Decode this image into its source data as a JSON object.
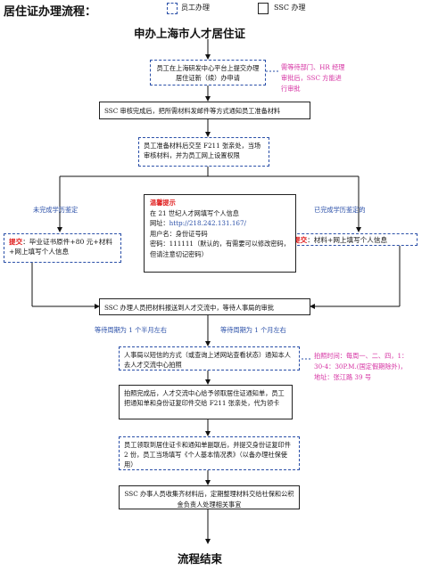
{
  "header": {
    "title": "居住证办理流程：",
    "legend_employee": "员工办理",
    "legend_ssc": "SSC 办理"
  },
  "main_title": "申办上海市人才居住证",
  "end_title": "流程结束",
  "steps": {
    "s1": "员工在上海研发中心平台上提交办理居住证新（续）办申请",
    "s2": "SSC 审核完成后，把所需材料发邮件等方式通知员工准备材料",
    "s3": "员工准备材料后交至 F211 张亲处，当场审核材料，并为员工网上设置权限",
    "s4": "SSC 办理人员把材料报送到人才交流中，等待人事局的审批",
    "s5": "人事局以短信的方式（或查询上述网站查看状态）通知本人去人才交流中心拍照",
    "s6": "拍照完成后，人才交流中心给予领取居住证通知单，员工把通知单和身份证复印件交给 F211 张亲处，代为领卡",
    "s7": "员工领取到居住证卡和通知单副联后，并提交身份证复印件 2 份，员工当场填写《个人基本情况表》（以备办理社保使用）",
    "s8": "SSC 办事人员收集齐材料后，定期整理材料交给社保和公积金负责人处理相关事宜"
  },
  "notes": {
    "hr_note": "需等待部门、HR 经理审批后，SSC 方能进行审批",
    "photo_note": "拍照时间：每周一、二、四，1：30-4：30P.M.(国定假期除外)，地址：张江路 39 号"
  },
  "branches": {
    "left_label": "未完成学历鉴定",
    "right_label": "已完成学历鉴定的",
    "left_submit_tag": "提交",
    "left_submit_text": "：毕业证书原件+80 元+材料+网上填写个人信息",
    "right_submit_tag": "提交",
    "right_submit_text": "：材料+网上填写个人信息",
    "left_wait": "等待周期为 1 个半月左右",
    "right_wait": "等待周期为 1 个月左右"
  },
  "tip": {
    "title": "温馨提示",
    "line1": "在 21 世纪人才网填写个人信息",
    "line2_label": "网址：",
    "line2_url": "http://218.242.131.167/",
    "line3": "用户名：身份证号码",
    "line4": "密码：111111（默认的，有需要可以修改密码，但请注意切记密码）"
  }
}
